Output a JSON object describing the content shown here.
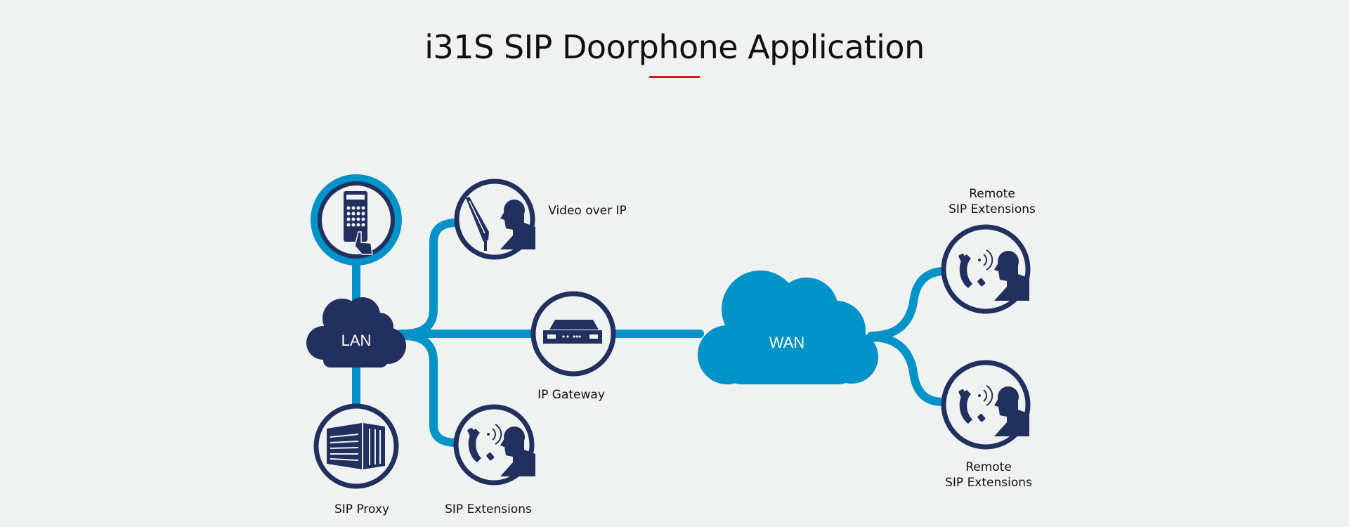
{
  "title": "i31S SIP Doorphone Application",
  "colors": {
    "navy": "#22305f",
    "blue": "#0093c8",
    "accent": "#e0141e",
    "background": "#f0f2f1"
  },
  "nodes": {
    "lan": "LAN",
    "wan": "WAN",
    "sip_proxy": "SIP Proxy",
    "video_over_ip": "Video over IP",
    "ip_gateway": "IP Gateway",
    "sip_extensions": "SIP Extensions",
    "remote_top": {
      "line1": "Remote",
      "line2": "SIP Extensions"
    },
    "remote_bottom": {
      "line1": "Remote",
      "line2": "SIP Extensions"
    }
  }
}
